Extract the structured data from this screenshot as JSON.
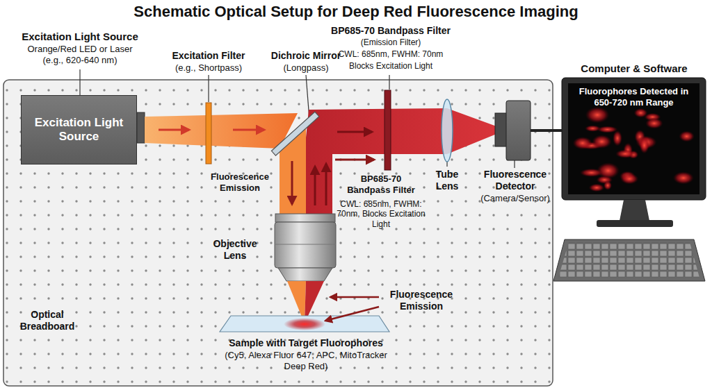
{
  "diagram": {
    "title": "Schematic Optical Setup for Deep Red Fluorescence Imaging",
    "nodes": [
      {
        "text": [
          "Excitation Light Source"
        ]
      },
      {
        "text": [
          "Fluorescence Detector",
          "(Camera/Sensor)"
        ]
      },
      {
        "text": [
          "Fluorophores Detected in 650-720 nm Range"
        ]
      }
    ],
    "edges": [
      {
        "from": 1,
        "to": 2,
        "arrow": "none"
      }
    ],
    "labels": [
      "Excitation Light Source",
      "Orange/Red LED or Laser (e.g., 620-640 nm)",
      "Excitation Filter",
      "(e.g., Shortpass)",
      "Dichroic Mirror",
      "(Longpass)",
      "BP685-70 Bandpass Filter",
      "(Emission Filter)",
      "CWL: 685nm, FWHM: 70nm",
      "Blocks Excitation Light",
      "Computer & Software",
      "Fluorescence Emission",
      "BP685-70 Bandpass Filter",
      "CWL: 685nm, FWHM: 70nm, Blocks Excitation Light",
      "Tube Lens",
      "Objective Lens",
      "Fluorescence Emission",
      "Sample with Target Fluorophores",
      "(Cy5, Alexa Fluor 647, APC, MitoTracker Deep Red)",
      "Optical Breadboard"
    ]
  }
}
